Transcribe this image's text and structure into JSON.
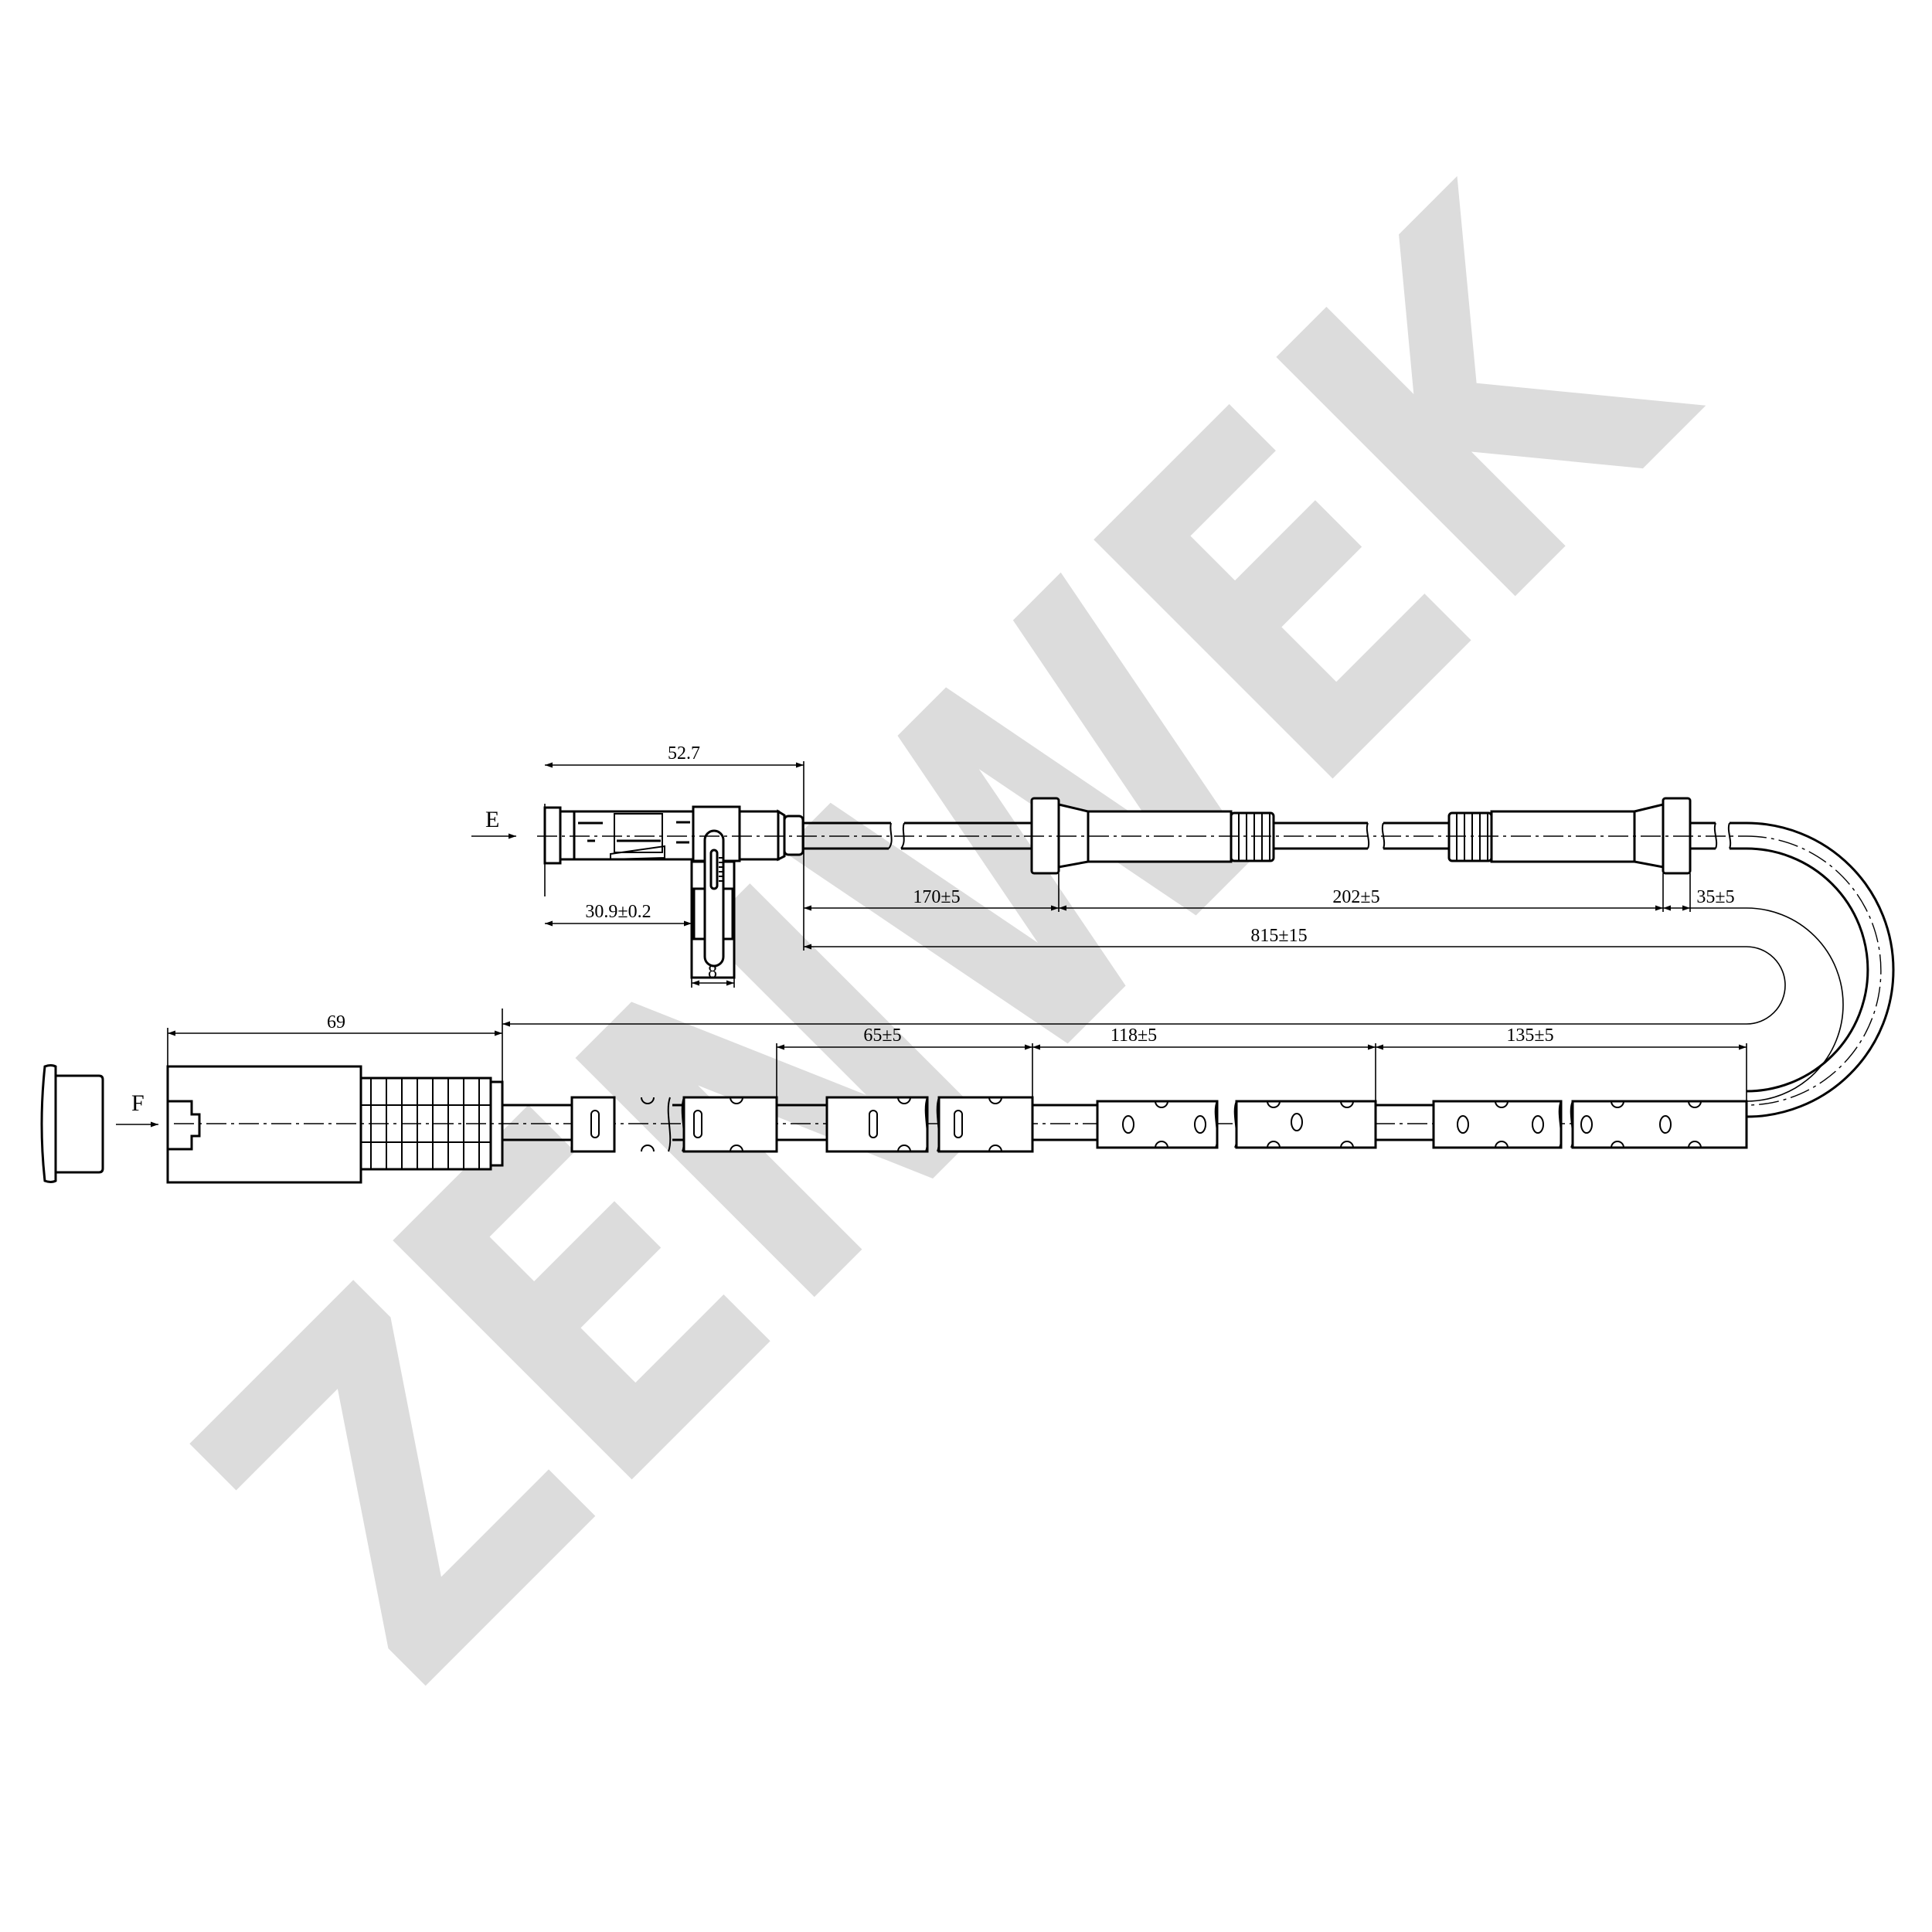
{
  "watermark": {
    "text": "ZENWEK",
    "color": "#dcdcdc"
  },
  "views": {
    "e": "E",
    "f": "F"
  },
  "sensor_e": {
    "dims": {
      "body_length": "52.7",
      "head_length": "30.9±0.2",
      "bracket_width": "8",
      "seg1": "170±5",
      "seg2": "202±5",
      "seg3": "35±5",
      "overall": "815±15"
    }
  },
  "sensor_f": {
    "dims": {
      "probe_length": "69",
      "seg1": "65±5",
      "seg2": "118±5",
      "seg3": "135±5"
    }
  }
}
